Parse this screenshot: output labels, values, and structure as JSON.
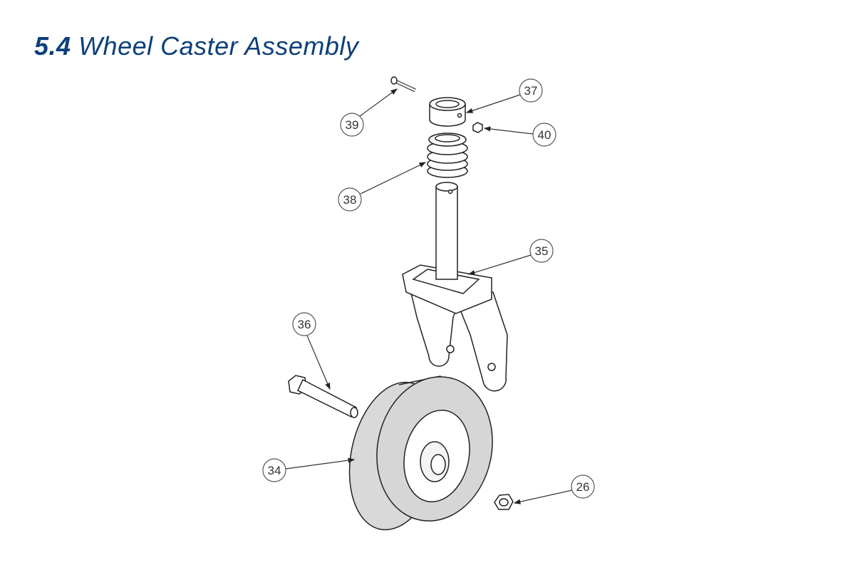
{
  "title": {
    "number": "5.4",
    "text": "Wheel Caster Assembly"
  },
  "callouts": {
    "c39": "39",
    "c37": "37",
    "c40": "40",
    "c38": "38",
    "c35": "35",
    "c36": "36",
    "c34": "34",
    "c26": "26"
  },
  "colors": {
    "title": "#0d3f7a",
    "line": "#333333",
    "tire": "#d9d9d9"
  }
}
